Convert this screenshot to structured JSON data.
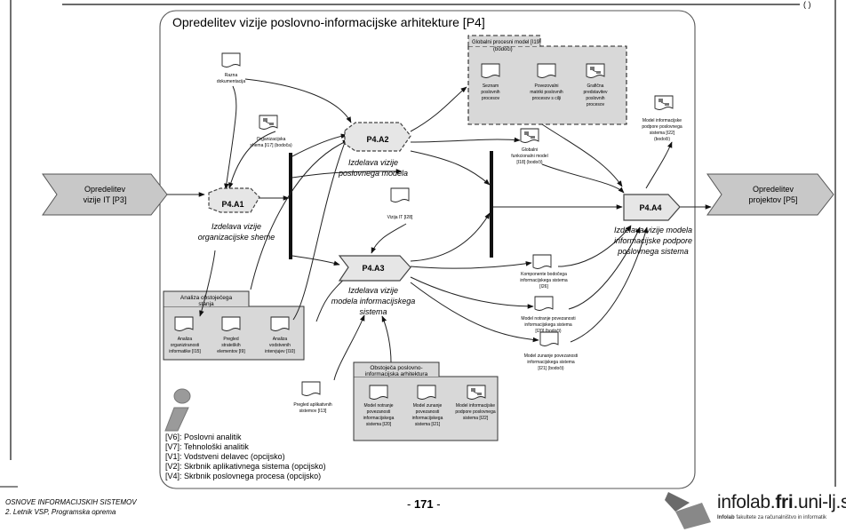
{
  "title": "Opredelitev vizije poslovno-informacijske arhitekture [P4]",
  "process_input": {
    "line1": "Opredelitev",
    "line2": "vizije IT [P3]"
  },
  "process_output": {
    "line1": "Opredelitev",
    "line2": "projektov [P5]"
  },
  "activities": [
    {
      "id": "P4.A1",
      "l1": "Izdelava vizije",
      "l2": "organizacijske sheme"
    },
    {
      "id": "P4.A2",
      "l1": "Izdelava vizije",
      "l2": "poslovnega modela"
    },
    {
      "id": "P4.A3",
      "l1": "Izdelava vizije",
      "l2": "modela informacijskega",
      "l3": "sistema"
    },
    {
      "id": "P4.A4",
      "l1": "Izdelava vizije modela",
      "l2": "informacijske podpore",
      "l3": "poslovnega sistema"
    }
  ],
  "docs": {
    "razna": {
      "l1": "Razna",
      "l2": "dokumentacija"
    },
    "org_shema": {
      "l1": "Organizacijska",
      "l2": "shema [I17] (bodoča)"
    },
    "vizija_it": {
      "l1": "Vizija IT [I28]"
    },
    "globalni_funk": {
      "l1": "Globalni",
      "l2": "funkcionalni model",
      "l3": "[I18] (bodoči)"
    },
    "model_inf_podpore": {
      "l1": "Model informacijske",
      "l2": "podpore poslovnega",
      "l3": "sistema [I22]",
      "l4": "(bodoči)"
    },
    "komponente": {
      "l1": "Komponente bodočega",
      "l2": "informacijskega sistema",
      "l3": "[I26]"
    },
    "model_notranje": {
      "l1": "Model notranje povezanosti",
      "l2": "informacijskega sistema",
      "l3": "[I20] (bodoči)"
    },
    "model_zunanje": {
      "l1": "Model zunanje povezanosti",
      "l2": "informacijskega sistema",
      "l3": "[I21] (bodoči)"
    },
    "pregled_apl": {
      "l1": "Pregled aplikativnih",
      "l2": "sistemov [I13]"
    }
  },
  "group_global": {
    "title1": "Globalni procesni model [I19]",
    "title2": "(bodoči)",
    "items": [
      {
        "l1": "Seznam",
        "l2": "poslovnih",
        "l3": "procesov"
      },
      {
        "l1": "Povezovalni",
        "l2": "matriki poslovnih",
        "l3": "procesov s cilji"
      },
      {
        "l1": "Grafična",
        "l2": "predstavitev",
        "l3": "poslovnih",
        "l4": "procesov"
      }
    ]
  },
  "group_analiza": {
    "title1": "Analiza obstoječega",
    "title2": "stanja",
    "items": [
      {
        "l1": "Analiza",
        "l2": "organiziranosti",
        "l3": "informatike [I15]"
      },
      {
        "l1": "Pregled",
        "l2": "strateških",
        "l3": "elementov [I9]"
      },
      {
        "l1": "Analiza",
        "l2": "vodstvenih",
        "l3": "intervjujev [I10]"
      }
    ]
  },
  "group_obstojeca": {
    "title1": "Obstoječa poslovno-",
    "title2": "informacijska arhitektura",
    "items": [
      {
        "l1": "Model notranje",
        "l2": "povezanosti",
        "l3": "informacijskega",
        "l4": "sistema [I20]"
      },
      {
        "l1": "Model zunanje",
        "l2": "povezanosti",
        "l3": "informacijskega",
        "l4": "sistema [I21]"
      },
      {
        "l1": "Model informacijske",
        "l2": "podpore poslovnega",
        "l3": "sistema [I22]"
      }
    ]
  },
  "roles": [
    "[V6]: Poslovni analitik",
    "[V7]: Tehnološki analitik",
    "[V1]: Vodstveni delavec (opcijsko)",
    "[V2]: Skrbnik aplikativnega sistema (opcijsko)",
    "[V4]: Skrbnik poslovnega procesa (opcijsko)"
  ],
  "footer": {
    "line1": "OSNOVE INFORMACIJSKIH SISTEMOV",
    "line2": "2. Letnik VSP, Programska oprema",
    "page": "171",
    "page_prefix": "- ",
    "page_suffix": " -",
    "brand_a": "infolab.",
    "brand_b": "fri",
    "brand_c": ".uni-lj.s",
    "brand_sub_a": "Infolab",
    "brand_sub_b": " fakultete za računalništvo in informatik"
  },
  "colors": {
    "activity_fill": "#e6e6e6",
    "group_fill": "#d8d8d8",
    "process_fill": "#c8c8c8",
    "icon_gray": "#9a9a9a"
  }
}
